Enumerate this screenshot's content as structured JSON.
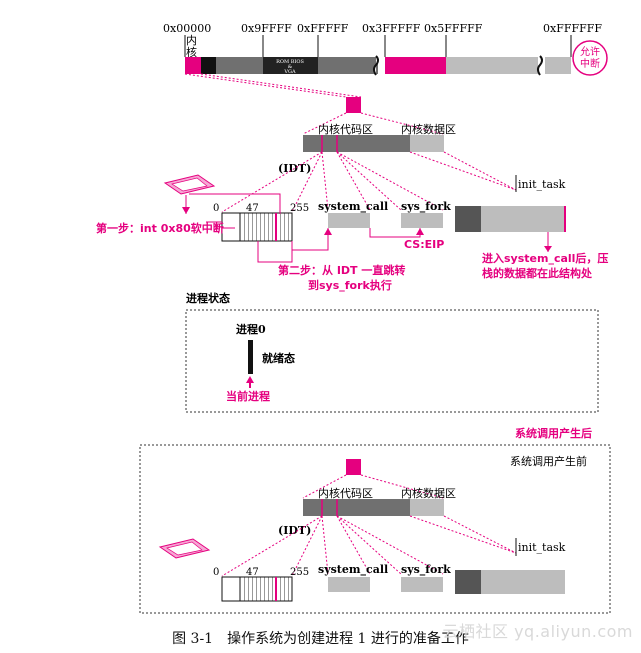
{
  "memory_bar": {
    "addresses": [
      "0x00000",
      "0x9FFFF",
      "0xFFFFF",
      "0x3FFFFF",
      "0x5FFFFF",
      "0xFFFFFF"
    ],
    "kernel_label": "内核",
    "rom_bios_line1": "ROM BIOS",
    "rom_bios_line2": "&",
    "rom_bios_line3": "VGA",
    "interrupt_status": "允许中断"
  },
  "kernel": {
    "code_area": "内核代码区",
    "data_area": "内核数据区",
    "idt": "(IDT)",
    "idt_index_0": "0",
    "idt_index_47": "47",
    "idt_index_255": "255",
    "system_call": "system_call",
    "sys_fork": "sys_fork",
    "init_task": "init_task",
    "cs_eip": "CS:EIP"
  },
  "annotations": {
    "step1": "第一步：int 0x80软中断",
    "step2_line1": "第二步：从 IDT 一直跳转",
    "step2_line2": "到sys_fork执行",
    "enter_note_line1": "进入system_call后，压",
    "enter_note_line2": "栈的数据都在此结构处"
  },
  "process_state": {
    "title": "进程状态",
    "process_name": "进程0",
    "state": "就绪态",
    "current_process": "当前进程"
  },
  "lower_panel": {
    "after_label": "系统调用产生后",
    "before_label": "系统调用产生前"
  },
  "caption": "图 3-1　操作系统为创建进程 1 进行的准备工作",
  "watermark": "云栖社区 yq.aliyun.com",
  "colors": {
    "pink": "#e5007f",
    "dark_gray": "#707070",
    "light_gray": "#bdbdbd",
    "black": "#111111"
  }
}
